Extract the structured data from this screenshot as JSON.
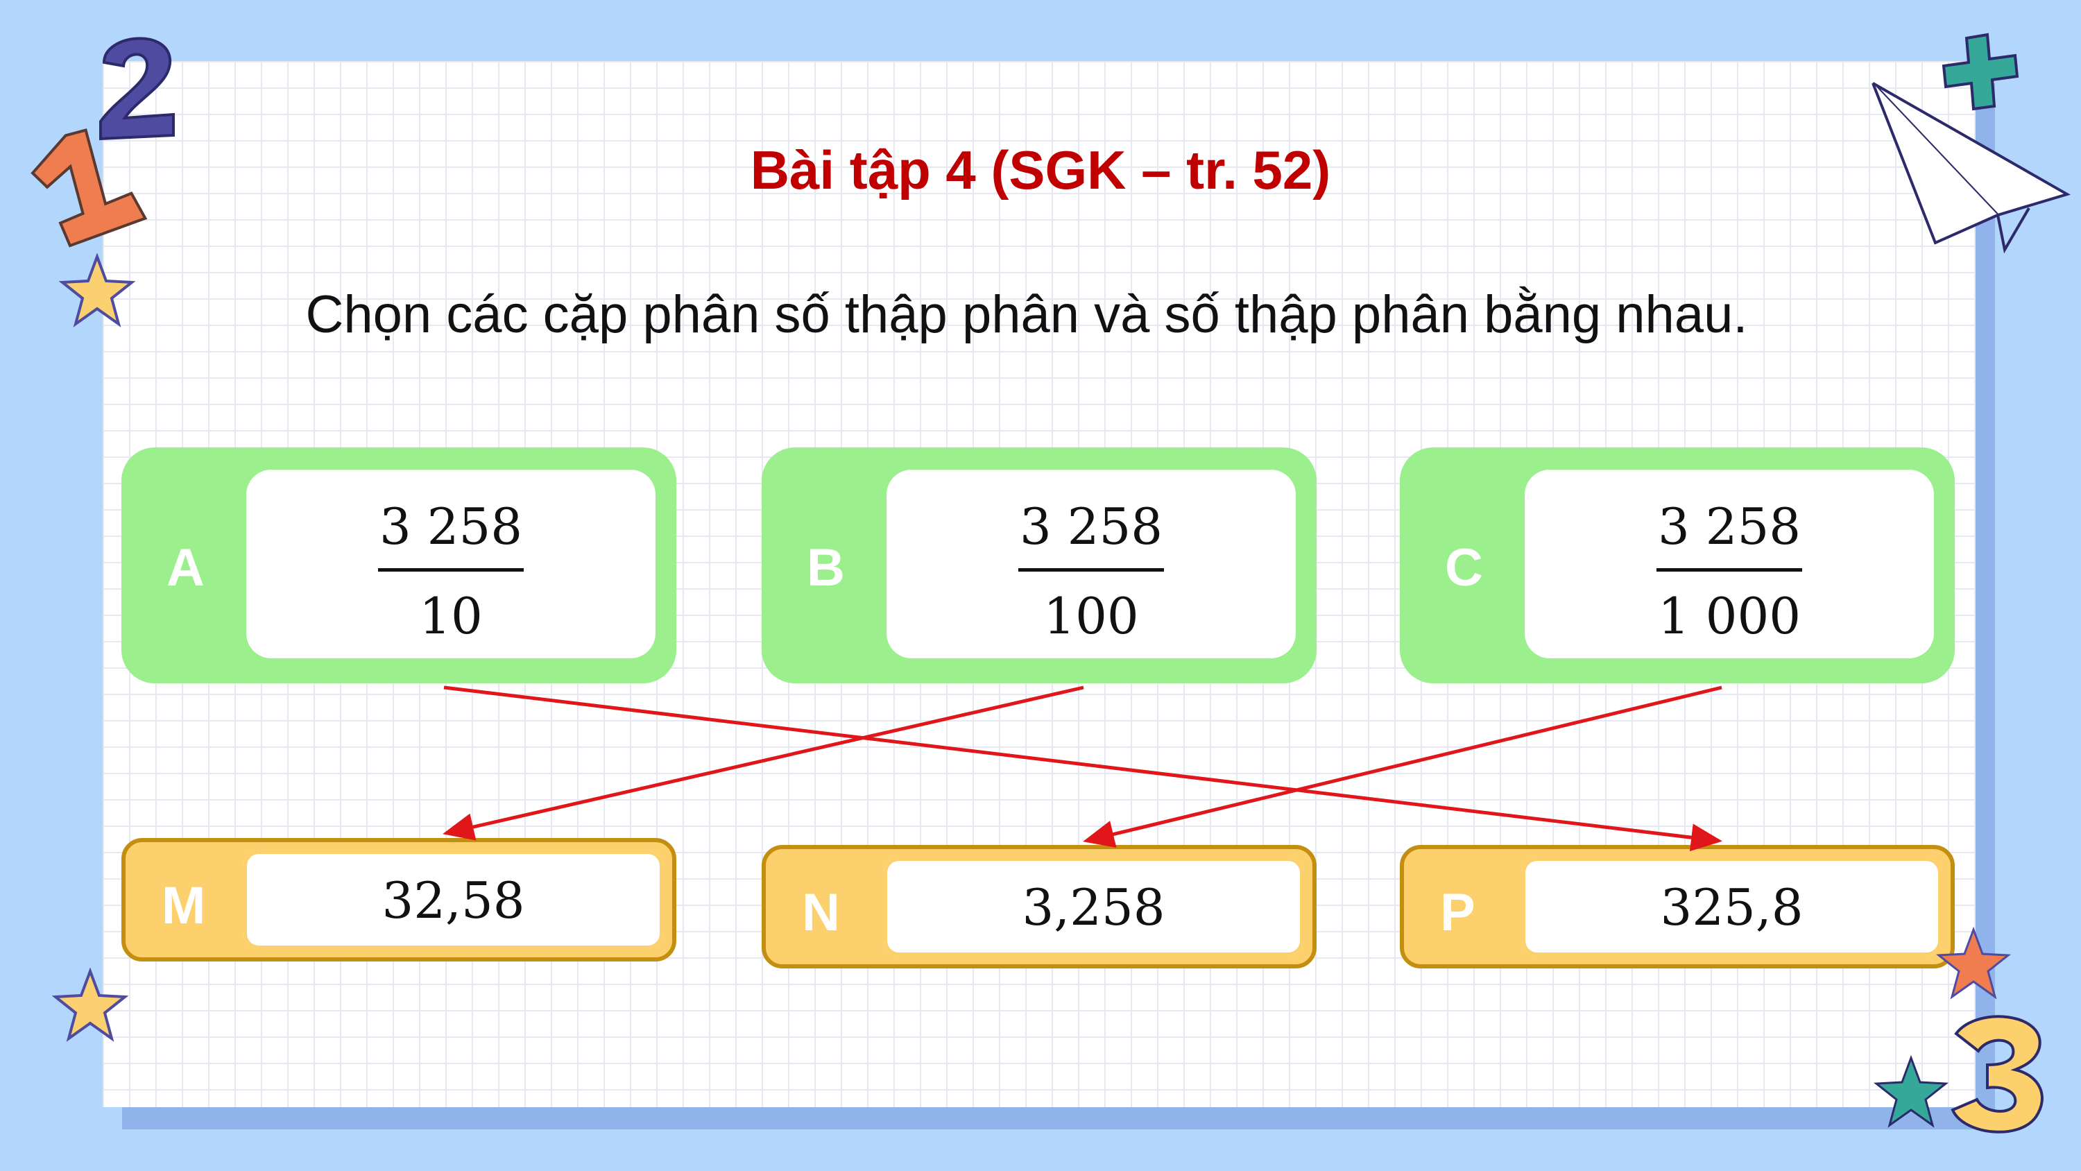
{
  "title": "Bài tập 4 (SGK – tr. 52)",
  "question": "Chọn các cặp phân số thập phân và số thập phân bằng nhau.",
  "fractions": [
    {
      "letter": "A",
      "numerator": "3 258",
      "denominator": "10"
    },
    {
      "letter": "B",
      "numerator": "3 258",
      "denominator": "100"
    },
    {
      "letter": "C",
      "numerator": "3 258",
      "denominator": "1 000"
    }
  ],
  "decimals": [
    {
      "letter": "M",
      "value": "32,58"
    },
    {
      "letter": "N",
      "value": "3,258"
    },
    {
      "letter": "P",
      "value": "325,8"
    }
  ],
  "matches": [
    {
      "from": "A",
      "to": "P"
    },
    {
      "from": "B",
      "to": "M"
    },
    {
      "from": "C",
      "to": "N"
    }
  ],
  "colors": {
    "background": "#b3d6fd",
    "title": "#c00000",
    "fraction_card": "#9bef8d",
    "decimal_card": "#fdd06e",
    "decimal_border": "#c48f10",
    "arrow": "#e0161b"
  },
  "decorations": [
    "number-1-icon",
    "number-2-icon",
    "number-3-icon",
    "plus-icon",
    "paper-plane-icon",
    "star-icon"
  ]
}
